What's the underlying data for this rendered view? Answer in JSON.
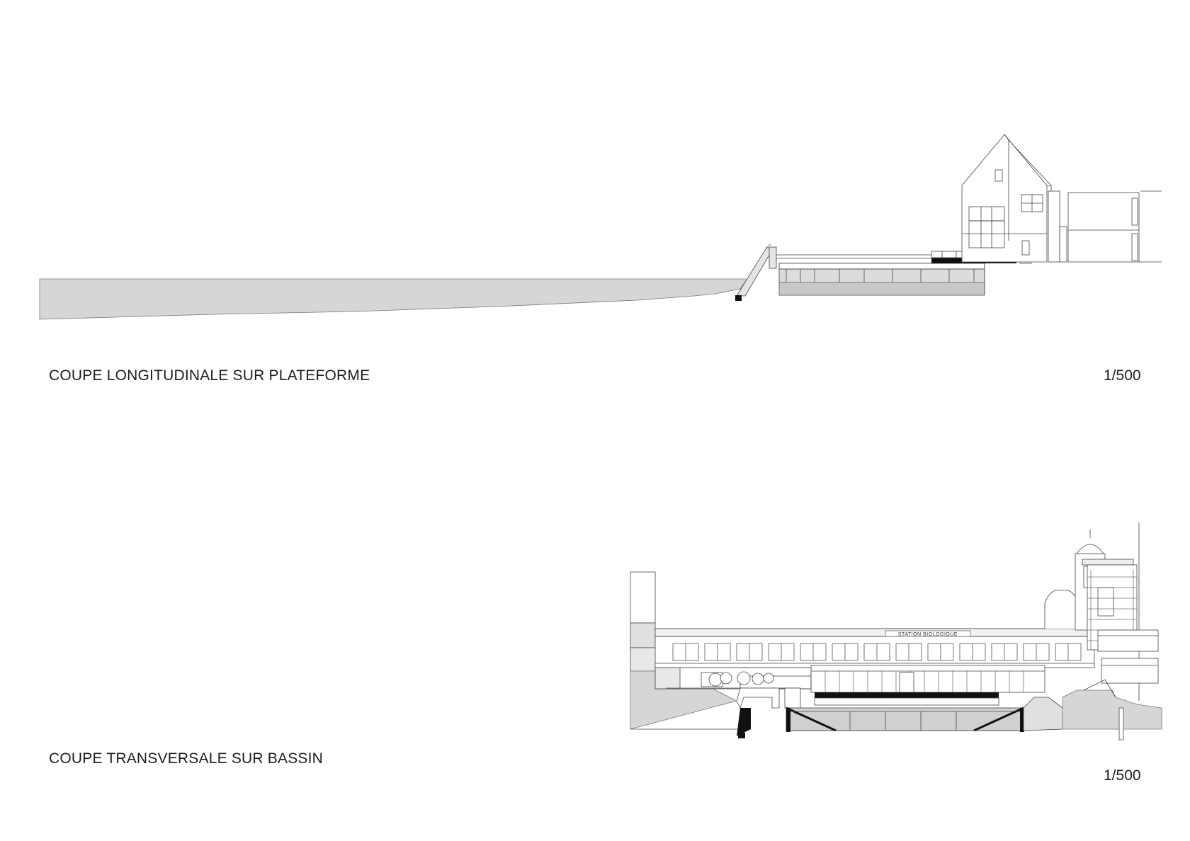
{
  "sections": [
    {
      "id": "longitudinal",
      "caption": "COUPE LONGITUDINALE SUR PLATEFORME",
      "scale": "1/500"
    },
    {
      "id": "transversal",
      "caption": "COUPE TRANSVERSALE SUR BASSIN",
      "scale": "1/500",
      "building_sign": "STATION BIOLOGIQUE"
    }
  ],
  "colors": {
    "line": "#444444",
    "ground_fill": "#d6d6d6",
    "solid": "#111111",
    "background": "#ffffff"
  }
}
